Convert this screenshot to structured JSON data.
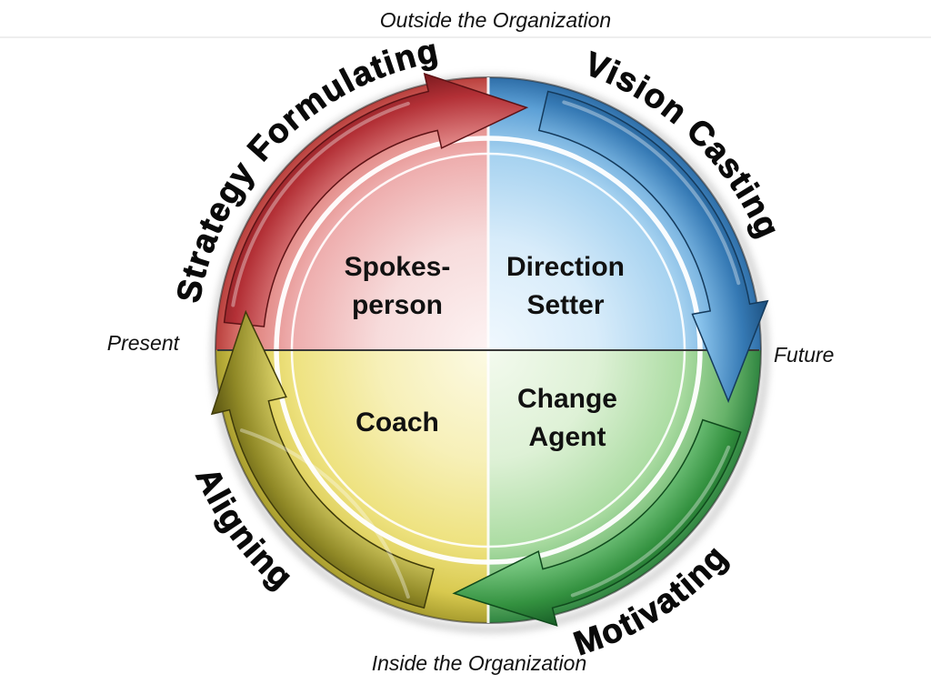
{
  "page": {
    "background": "#ffffff",
    "description": "Leadership roles wheel diagram with four quadrants and clockwise arrows"
  },
  "axis_labels": {
    "top": "Outside the Organization",
    "bottom": "Inside the Organization",
    "left": "Present",
    "right": "Future"
  },
  "ring_labels": {
    "top_left": "Strategy Formulating",
    "top_right": "Vision Casting",
    "bottom_right": "Motivating",
    "bottom_left": "Aligning"
  },
  "quadrants": {
    "top_left": {
      "line1": "Spokes-",
      "line2": "person",
      "color": "#bb4a44"
    },
    "top_right": {
      "line1": "Direction",
      "line2": "Setter",
      "color": "#3b83bd"
    },
    "bottom_right": {
      "line1": "Change",
      "line2": "Agent",
      "color": "#3c9a49"
    },
    "bottom_left": {
      "line1": "Coach",
      "line2": "",
      "color": "#b5a934"
    }
  },
  "arrow_colors": {
    "strategy_formulating": "#a8282e",
    "vision_casting": "#2f77b5",
    "motivating": "#2c8a3a",
    "aligning": "#7d7719"
  }
}
